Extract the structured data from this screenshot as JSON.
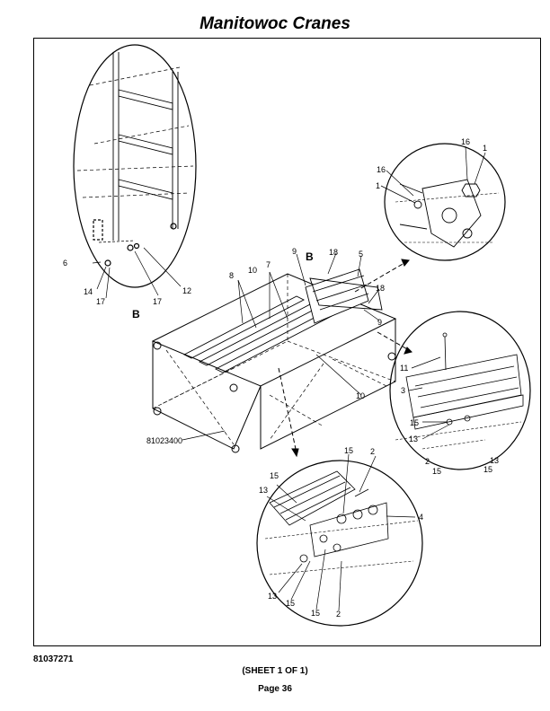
{
  "header": {
    "title": "Manitowoc Cranes"
  },
  "footer": {
    "doc_number": "81037271",
    "sheet": "(SHEET 1 OF 1)",
    "page": "Page 36"
  },
  "diagram": {
    "assembly_ref": "81023400",
    "view_label": "B",
    "callouts": {
      "c1": "1",
      "c2": "2",
      "c3": "3",
      "c4": "4",
      "c5": "5",
      "c6": "6",
      "c7": "7",
      "c8": "8",
      "c9": "9",
      "c10": "10",
      "c11": "11",
      "c12": "12",
      "c13": "13",
      "c14": "14",
      "c15": "15",
      "c16": "16",
      "c17": "17",
      "c18": "18"
    }
  }
}
